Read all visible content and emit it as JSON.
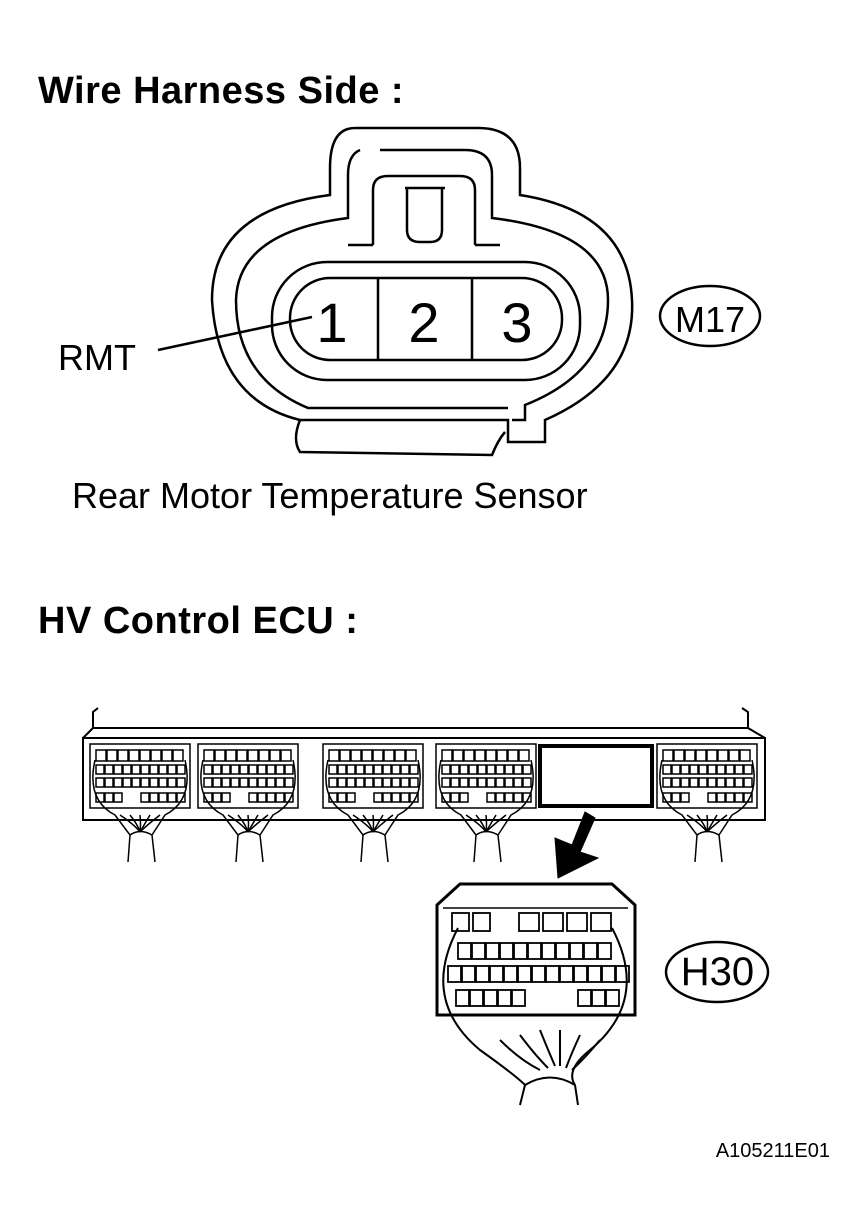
{
  "sections": {
    "wire_harness_title": "Wire Harness Side :",
    "ecu_title": "HV Control ECU :"
  },
  "sensor_connector": {
    "name": "Rear Motor Temperature Sensor",
    "code": "M17",
    "pins": [
      "1",
      "2",
      "3"
    ],
    "terminal_label": "RMT"
  },
  "ecu_connector": {
    "code": "H30"
  },
  "figure_id": "A105211E01"
}
